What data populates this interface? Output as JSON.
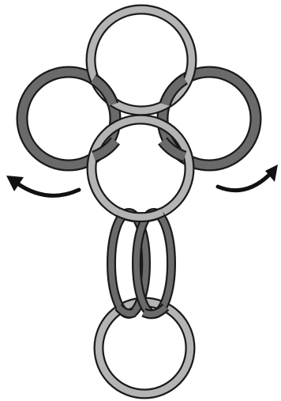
{
  "diagram": {
    "rings": [
      {
        "name": "top-ring",
        "color": "light-gray"
      },
      {
        "name": "left-ring",
        "color": "dark-gray"
      },
      {
        "name": "right-ring",
        "color": "dark-gray"
      },
      {
        "name": "center-ring",
        "color": "light-gray"
      },
      {
        "name": "link-ring-left",
        "color": "dark-gray",
        "shape": "oval"
      },
      {
        "name": "link-ring-right",
        "color": "dark-gray",
        "shape": "oval"
      },
      {
        "name": "bottom-ring",
        "color": "light-gray"
      }
    ],
    "arrows": [
      {
        "name": "rotate-left-arrow",
        "direction": "up-left"
      },
      {
        "name": "rotate-right-arrow",
        "direction": "up-right"
      }
    ],
    "colors": {
      "light_ring": "#b4b4b4",
      "dark_ring": "#6a6a6a",
      "outline": "#1a1a1a",
      "arrow": "#111111",
      "background": "#ffffff"
    }
  }
}
